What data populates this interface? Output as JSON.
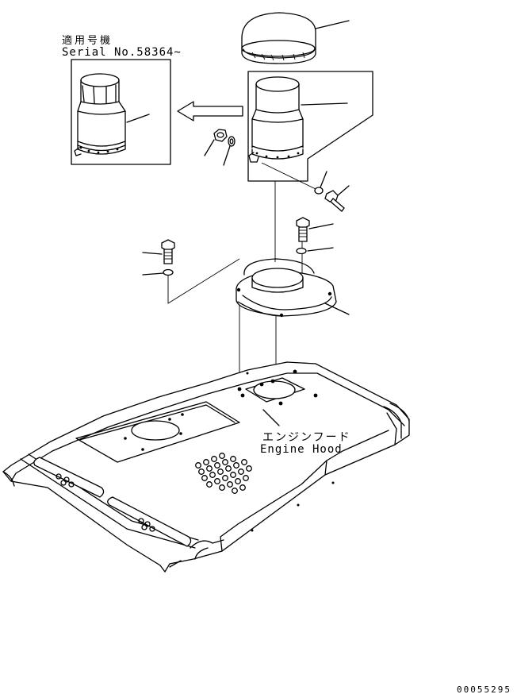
{
  "labels": {
    "serial_jp": "適用号機",
    "serial_en": "Serial No.58364~",
    "hood_jp": "エンジンフード",
    "hood_en": "Engine Hood",
    "drawing_code": "00055295"
  }
}
